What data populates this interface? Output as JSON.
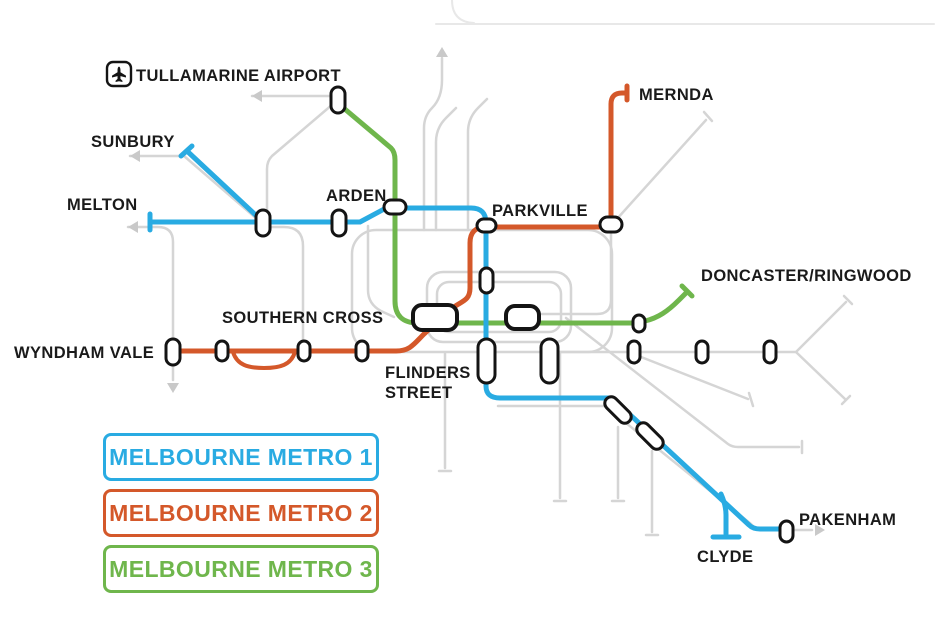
{
  "colors": {
    "metro1": "#29ABE2",
    "metro2": "#D4582A",
    "metro3": "#6FB64C",
    "network": "#D5D5D5",
    "network_faint": "#E8E8E8",
    "station_outline": "#141414",
    "label": "#1A1A1A",
    "background": "#FFFFFF"
  },
  "legend": {
    "items": [
      {
        "label": "MELBOURNE METRO 1",
        "color": "#29ABE2"
      },
      {
        "label": "MELBOURNE METRO 2",
        "color": "#D4582A"
      },
      {
        "label": "MELBOURNE METRO 3",
        "color": "#6FB64C"
      }
    ]
  },
  "stations": {
    "tullamarine_airport": {
      "label": "TULLAMARINE AIRPORT"
    },
    "sunbury": {
      "label": "SUNBURY"
    },
    "melton": {
      "label": "MELTON"
    },
    "arden": {
      "label": "ARDEN"
    },
    "parkville": {
      "label": "PARKVILLE"
    },
    "mernda": {
      "label": "MERNDA"
    },
    "doncaster_ringwood": {
      "label": "DONCASTER/RINGWOOD"
    },
    "southern_cross": {
      "label": "SOUTHERN CROSS"
    },
    "wyndham_vale": {
      "label": "WYNDHAM VALE"
    },
    "flinders_street": {
      "line1": "FLINDERS",
      "line2": "STREET"
    },
    "pakenham": {
      "label": "PAKENHAM"
    },
    "clyde": {
      "label": "CLYDE"
    }
  },
  "icons": {
    "airport": "airplane-icon"
  }
}
